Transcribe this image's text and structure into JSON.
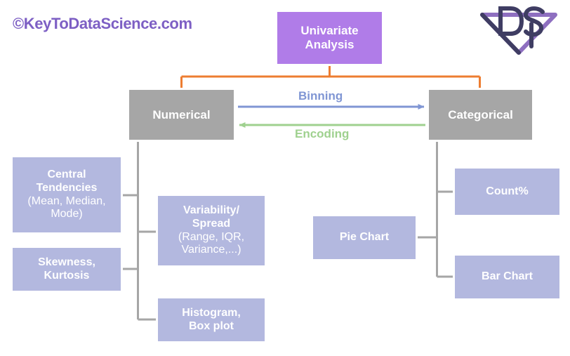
{
  "meta": {
    "watermark": "©KeyToDataScience.com",
    "logo_name": "ds-logo",
    "logo_text": "DS"
  },
  "palette": {
    "background": "#ffffff",
    "root_fill": "#b07ce8",
    "branch_fill": "#a6a6a6",
    "leaf_fill": "#b3b8df",
    "box_border": "#ffffff",
    "connector_gray": "#a6a6a6",
    "connector_orange": "#ed7d31",
    "arrow_binning": "#8096d4",
    "arrow_encoding": "#9fd18f",
    "watermark_purple": "#7d5fc4",
    "logo_dark": "#3f3d63",
    "logo_light": "#8e6fc0",
    "node_text": "#ffffff"
  },
  "diagram": {
    "type": "tree",
    "root": {
      "label": "Univariate Analysis",
      "line1": "Univariate",
      "line2": "Analysis"
    },
    "branches": [
      {
        "label": "Numerical"
      },
      {
        "label": "Categorical"
      }
    ],
    "relations": [
      {
        "label": "Binning",
        "from": "Numerical",
        "to": "Categorical",
        "direction": "right"
      },
      {
        "label": "Encoding",
        "from": "Categorical",
        "to": "Numerical",
        "direction": "left"
      }
    ],
    "numerical_children": [
      {
        "title": "Central Tendencies",
        "title_l1": "Central",
        "title_l2": "Tendencies",
        "sub_l1": "(Mean, Median,",
        "sub_l2": "Mode)"
      },
      {
        "title": "Skewness, Kurtosis",
        "title_l1": "Skewness,",
        "title_l2": "Kurtosis",
        "sub_l1": "",
        "sub_l2": ""
      },
      {
        "title": "Variability/ Spread",
        "title_l1": "Variability/",
        "title_l2": "Spread",
        "sub_l1": "(Range, IQR,",
        "sub_l2": "Variance,...)"
      },
      {
        "title": "Histogram, Box plot",
        "title_l1": "Histogram,",
        "title_l2": "Box plot",
        "sub_l1": "",
        "sub_l2": ""
      }
    ],
    "categorical_children": [
      {
        "title": "Count%"
      },
      {
        "title": "Pie Chart"
      },
      {
        "title": "Bar Chart"
      }
    ]
  }
}
